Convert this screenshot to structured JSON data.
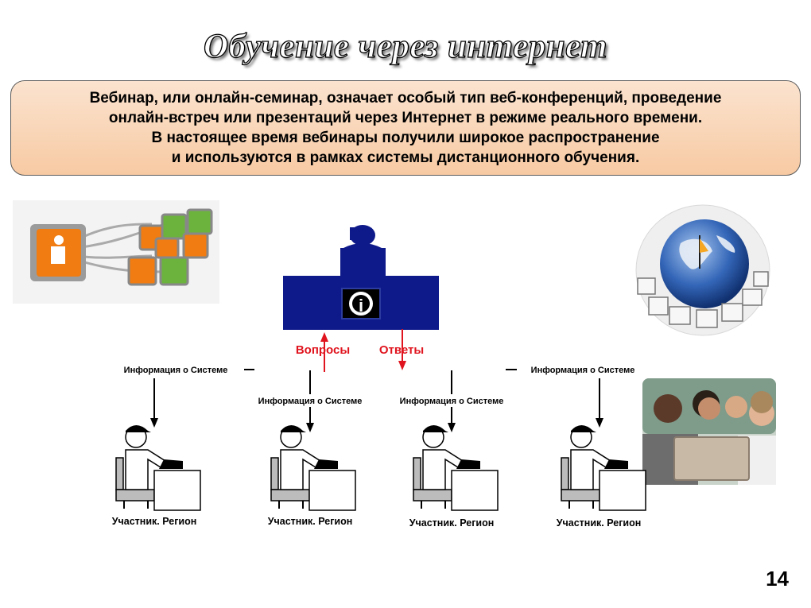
{
  "slide": {
    "title": "Обучение через интернет",
    "intro_lines": [
      "Вебинар, или онлайн-семинар, означает особый тип веб-конференций, проведение",
      "онлайн-встреч или презентаций через Интернет в режиме реального времени.",
      "В настоящее время вебинары получили широкое распространение",
      "и используются в рамках системы дистанционного обучения."
    ],
    "page_number": "14"
  },
  "diagram": {
    "presenter_badge": "i",
    "questions_label": "Вопросы",
    "answers_label": "Ответы",
    "info_label": "Информация о Системе",
    "participant_label": "Участник. Регион",
    "colors": {
      "presenter_fill": "#0f1a8a",
      "qa_red": "#e0141e",
      "intro_box_top": "#fbe3cf",
      "intro_box_bottom": "#f7caa3"
    }
  }
}
